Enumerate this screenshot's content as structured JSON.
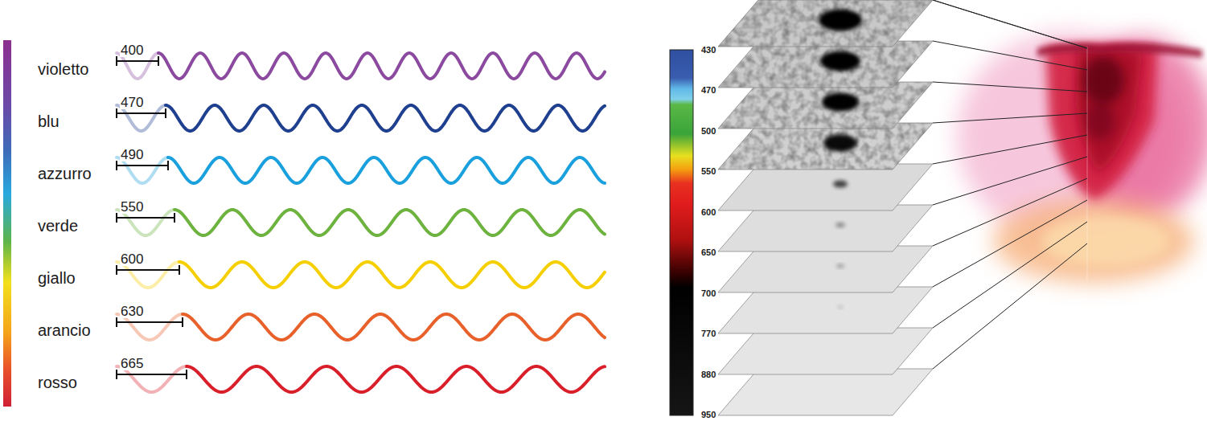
{
  "diagram": {
    "labels": [
      "violetto",
      "400",
      "blu",
      "470",
      "azzurro",
      "490",
      "verde",
      "550",
      "giallo",
      "600",
      "arancio",
      "630",
      "rosso",
      "665",
      "430",
      "470",
      "500",
      "550",
      "600",
      "650",
      "700",
      "770",
      "880",
      "950"
    ]
  }
}
